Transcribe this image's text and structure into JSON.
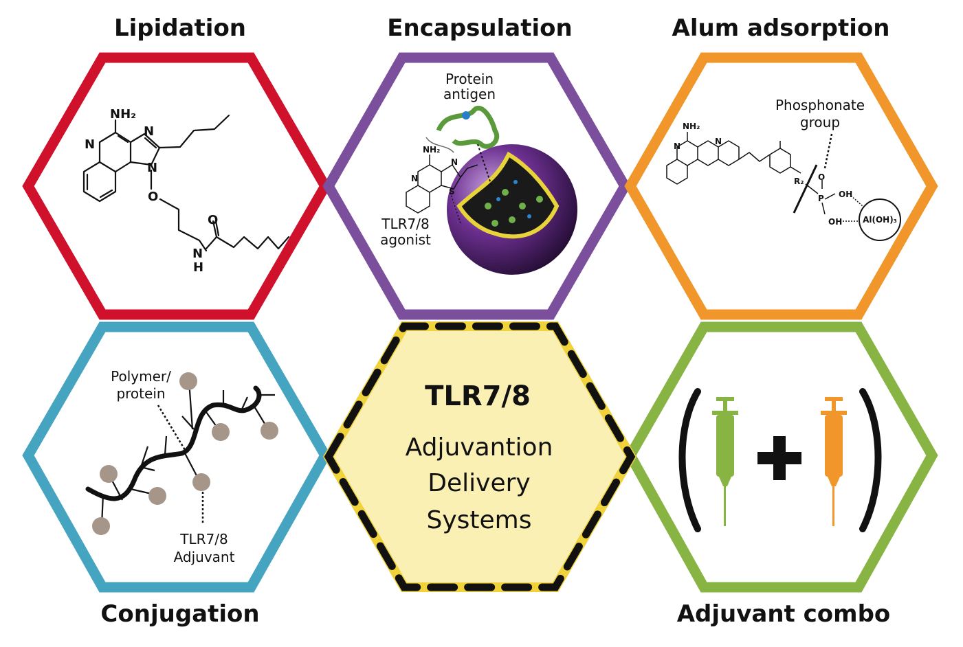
{
  "colors": {
    "lipidation": "#d0112b",
    "encapsulation": "#7b4f9c",
    "alum": "#f0962b",
    "conjugation": "#45a4c0",
    "center_fill": "#faf0b4",
    "center_border": "#f0d33b",
    "combo": "#87b443",
    "bead": "#a6968a"
  },
  "titles": {
    "lipidation": "Lipidation",
    "encapsulation": "Encapsulation",
    "alum": "Alum adsorption",
    "conjugation": "Conjugation",
    "combo": "Adjuvant combo"
  },
  "center": {
    "line1": "TLR7/8",
    "line2": "Adjuvantion",
    "line3": "Delivery",
    "line4": "Systems"
  },
  "lipidation": {
    "nh2": "NH₂",
    "n1": "N",
    "n2": "N",
    "n3": "N",
    "o1": "O",
    "o2": "O",
    "n4": "N",
    "h": "H"
  },
  "encapsulation": {
    "protein_line1": "Protein",
    "protein_line2": "antigen",
    "agonist_line1": "TLR7/8",
    "agonist_line2": "agonist",
    "nh2": "NH₂",
    "n": "N",
    "n2": "N",
    "s": "S"
  },
  "alum": {
    "phos_line1": "Phosphonate",
    "phos_line2": "group",
    "nh2": "NH₂",
    "n1": "N",
    "n2": "N",
    "r2": "R₂",
    "p": "P",
    "o": "O",
    "oh1": "OH",
    "oh2": "OH",
    "aloh": "Al(OH)₃"
  },
  "conjugation": {
    "polymer_line1": "Polymer/",
    "polymer_line2": "protein",
    "adj_line1": "TLR7/8",
    "adj_line2": "Adjuvant"
  },
  "combo": {
    "plus": "+"
  }
}
